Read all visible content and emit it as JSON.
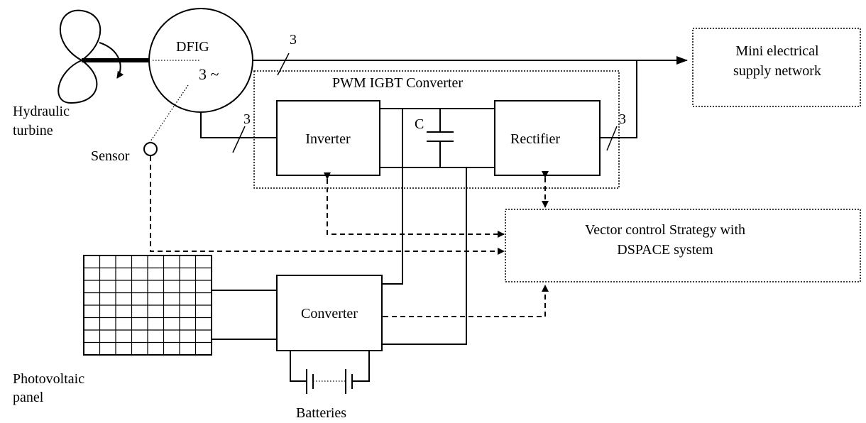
{
  "labels": {
    "dfig": "DFIG",
    "three_phase_ac": "3 ~",
    "hydraulic_turbine_line1": "Hydraulic",
    "hydraulic_turbine_line2": "turbine",
    "sensor": "Sensor",
    "pwm_converter": "PWM IGBT Converter",
    "inverter": "Inverter",
    "rectifier": "Rectifier",
    "capacitor": "C",
    "converter": "Converter",
    "vector_control_line1": "Vector control Strategy with",
    "vector_control_line2": "DSPACE system",
    "mini_network_line1": "Mini electrical",
    "mini_network_line2": "supply network",
    "pv_line1": "Photovoltaic",
    "pv_line2": "panel",
    "batteries": "Batteries",
    "phase_count_top": "3",
    "phase_count_left": "3",
    "phase_count_right": "3"
  }
}
